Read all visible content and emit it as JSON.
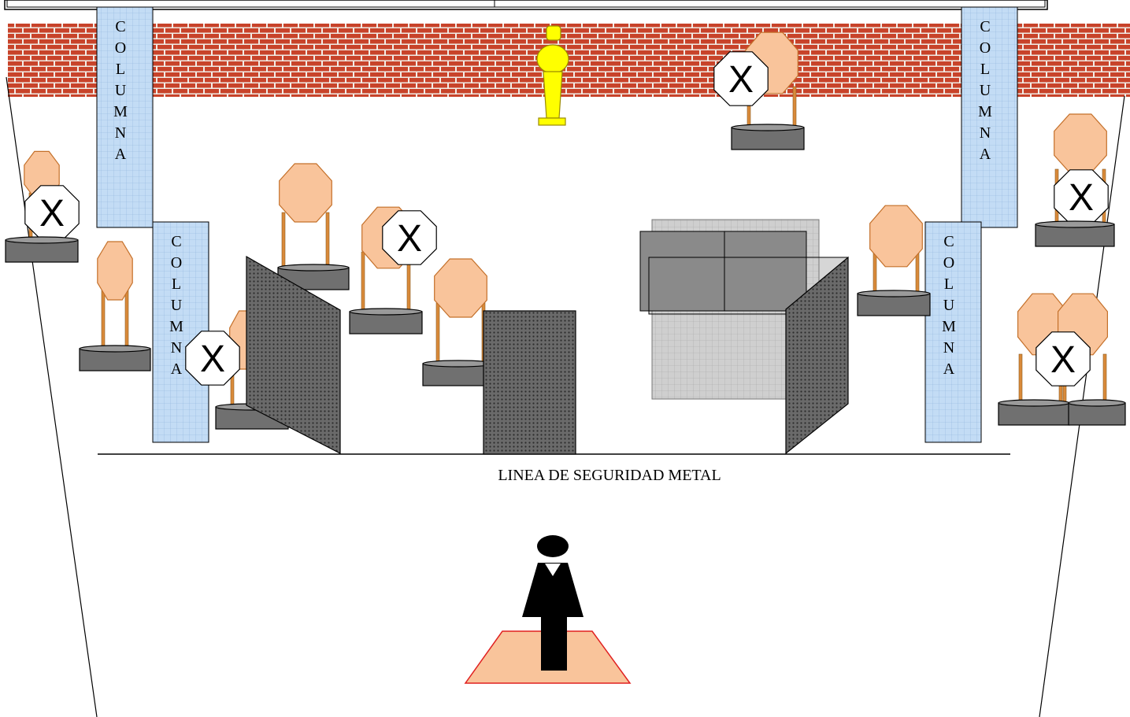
{
  "diagram": {
    "column_label": "COLUMNA",
    "no_shoot_mark": "X",
    "safety_line_label": "LINEA DE SEGURIDAD METAL",
    "colors": {
      "brick": "#c8432a",
      "mortar": "#f1ece6",
      "target_fill": "#f9c49b",
      "target_stroke": "#c4702a",
      "stand_wood": "#d98a3a",
      "base_fill": "#707070",
      "column_fill": "#c3dcf5",
      "barricade_fill": "#555555",
      "mat_fill": "#f9c49b",
      "mat_stroke": "#e02020",
      "popper_fill": "#ffff00",
      "shooter_fill": "#000000"
    }
  }
}
